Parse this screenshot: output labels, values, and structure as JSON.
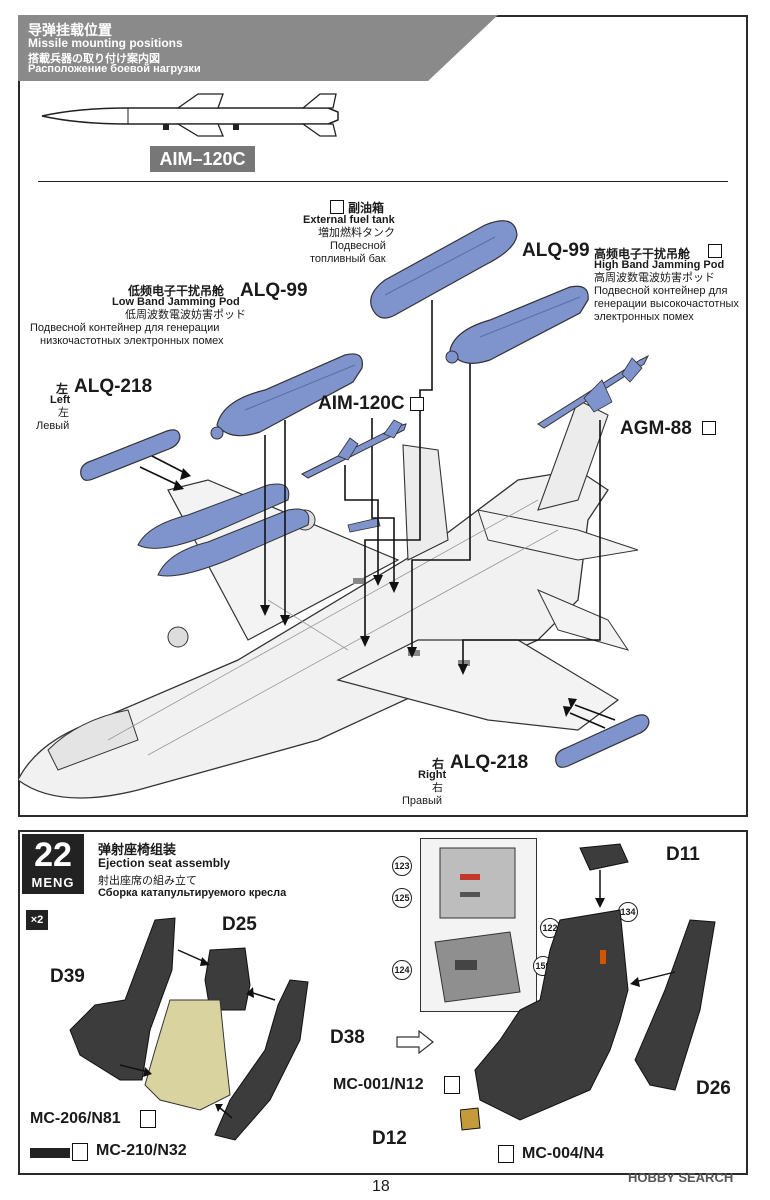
{
  "section1": {
    "title_cn": "导弹挂载位置",
    "title_en": "Missile mounting positions",
    "title_jp": "搭載兵器の取り付け案内図",
    "title_ru": "Расположение боевой нагрузки",
    "aim120c_banner": "AIM–120C",
    "fuel_tank": {
      "cn": "副油箱",
      "en": "External fuel tank",
      "jp": "増加燃料タンク",
      "ru1": "Подвесной",
      "ru2": "топливный бак"
    },
    "alq99_high": {
      "code": "ALQ-99",
      "cn": "高频电子干扰吊舱",
      "en": "High Band Jamming Pod",
      "jp": "高周波数電波妨害ポッド",
      "ru1": "Подвесной контейнер для",
      "ru2": "генерации высокочастотных",
      "ru3": "электронных помех"
    },
    "alq99_low": {
      "code": "ALQ-99",
      "cn": "低频电子干扰吊舱",
      "en": "Low Band Jamming Pod",
      "jp": "低周波数電波妨害ポッド",
      "ru1": "Подвесной контейнер для генерации",
      "ru2": "низкочастотных электронных помех"
    },
    "alq218_left": {
      "code": "ALQ-218",
      "cn": "左",
      "en": "Left",
      "jp": "左",
      "ru": "Левый"
    },
    "alq218_right": {
      "code": "ALQ-218",
      "cn": "右",
      "en": "Right",
      "jp": "右",
      "ru": "Правый"
    },
    "aim120c_label": "AIM-120C",
    "agm88_label": "AGM-88"
  },
  "section2": {
    "step_number": "22",
    "brand": "MENG",
    "title_cn": "弹射座椅组装",
    "title_en": "Ejection seat assembly",
    "title_jp": "射出座席の組み立て",
    "title_ru": "Сборка катапультируемого кресла",
    "multiplier": "×2",
    "parts": {
      "d25": "D25",
      "d39": "D39",
      "d38": "D38",
      "d11": "D11",
      "d26": "D26",
      "d12": "D12"
    },
    "callouts": [
      "123",
      "125",
      "124",
      "122",
      "134",
      "159"
    ],
    "paints": {
      "mc206": "MC-206/N81",
      "mc210": "MC-210/N32",
      "mc001": "MC-001/N12",
      "mc004": "MC-004/N4"
    }
  },
  "footer": {
    "page_number": "18",
    "watermark": "HOBBY SEARCH"
  },
  "colors": {
    "blue_part": "#7f93cc",
    "tan_part": "#d9d3a0",
    "dark_part": "#3c3c3c",
    "header_grey": "#8a8a8a"
  }
}
